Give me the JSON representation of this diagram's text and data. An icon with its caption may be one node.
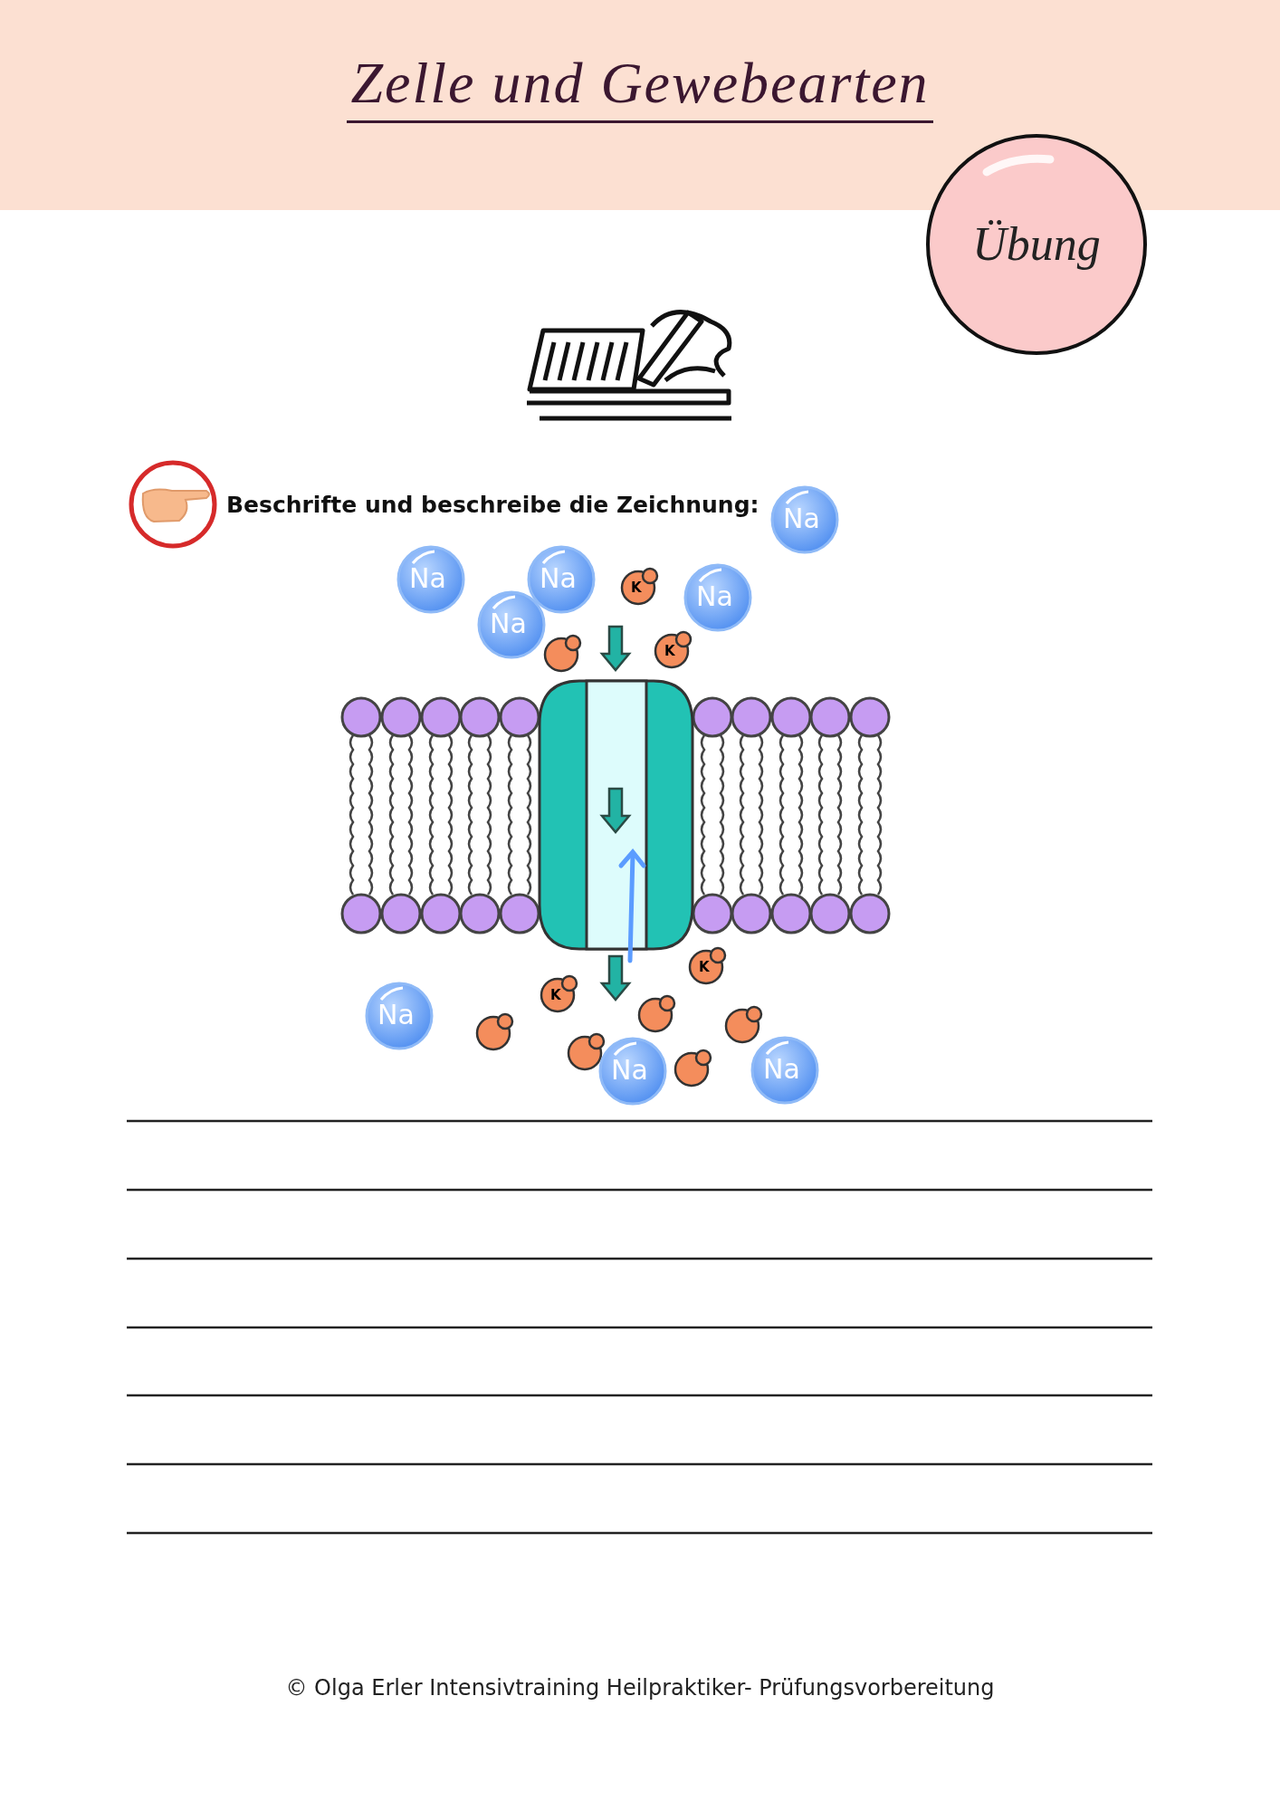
{
  "diagram": {
    "title": "Zelle und Gewebearten",
    "labels": [
      "Übung",
      "Beschrifte und beschreibe die Zeichnung:",
      "Na",
      "Na",
      "Na",
      "K",
      "Na",
      "Na",
      "K",
      "K",
      "K",
      "Na",
      "Na",
      "Na",
      "© Olga Erler Intensivtraining Heilpraktiker- Prüfungsvorbereitung"
    ]
  }
}
